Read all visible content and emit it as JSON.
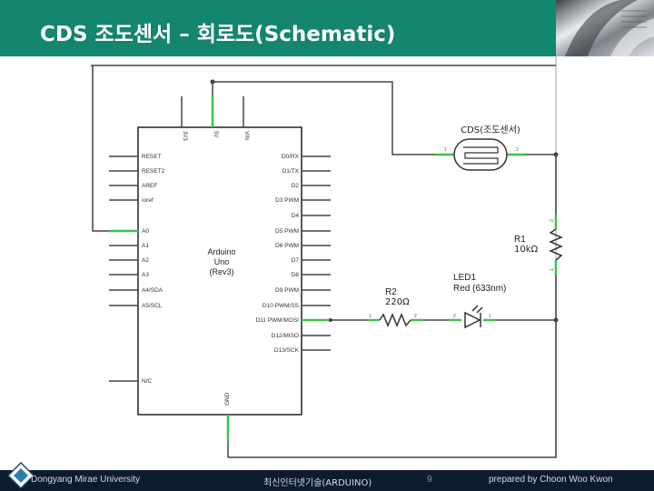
{
  "title": "CDS 조도센서 – 회로도(Schematic)",
  "arduino": {
    "name_lines": [
      "Arduino",
      "Uno",
      "(Rev3)"
    ],
    "top_pins": [
      "3V3",
      "5V",
      "VIN"
    ],
    "left_pins": [
      "RESET",
      "RESET2",
      "AREF",
      "ioref",
      "A0",
      "A1",
      "A2",
      "A3",
      "A4/SDA",
      "A5/SCL",
      "N/C"
    ],
    "right_pins": [
      "D0/RX",
      "D1/TX",
      "D2",
      "D3 PWM",
      "D4",
      "D5 PWM",
      "D6 PWM",
      "D7",
      "D8",
      "D9 PWM",
      "D10 PWM/SS",
      "D11 PWM/MOSI",
      "D12/MISO",
      "D13/SCK"
    ],
    "bottom_pin": "GND"
  },
  "components": {
    "cds": {
      "label": "CDS(조도센서)",
      "pin1": "1",
      "pin2": "2"
    },
    "r1": {
      "name": "R1",
      "value": "10kΩ",
      "pin1": "1",
      "pin2": "2"
    },
    "r2": {
      "name": "R2",
      "value": "220Ω",
      "pin1": "1",
      "pin2": "2"
    },
    "led1": {
      "name": "LED1",
      "value": "Red (633nm)",
      "pin1": "1",
      "pin2": "2"
    }
  },
  "footer": {
    "university": "Dongyang Mirae University",
    "course": "최신인터넷기술(ARDUINO)",
    "page": "9",
    "author": "prepared by Choon Woo Kwon"
  },
  "colors": {
    "title_bar": "#14856f",
    "footer_bar": "#0d1b2e",
    "wire_highlight": "#39c44a"
  }
}
